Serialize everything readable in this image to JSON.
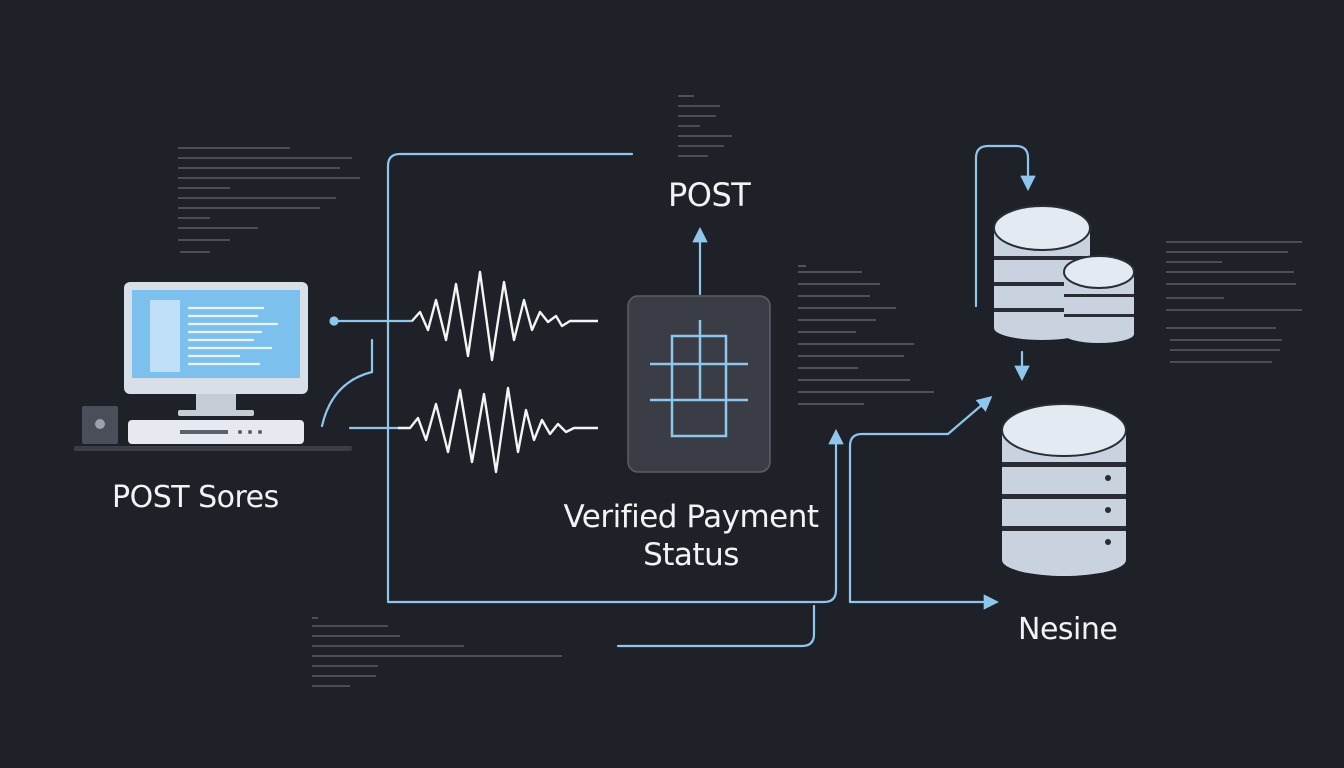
{
  "labels": {
    "source": "POST Sores",
    "method": "POST",
    "status_line1": "Verified Payment",
    "status_line2": "Status",
    "destination": "Nesine"
  },
  "colors": {
    "background": "#1f2128",
    "connector": "#8ec6ec",
    "wave": "#f4f4f4",
    "screen": "#7cc0ee",
    "processor_box": "#3a3d45",
    "database_body": "#c9d3e0",
    "database_band": "#2a2d35"
  },
  "icons": {
    "computer": "desktop-computer-icon",
    "processor": "grid-chip-icon",
    "database": "database-icon"
  }
}
